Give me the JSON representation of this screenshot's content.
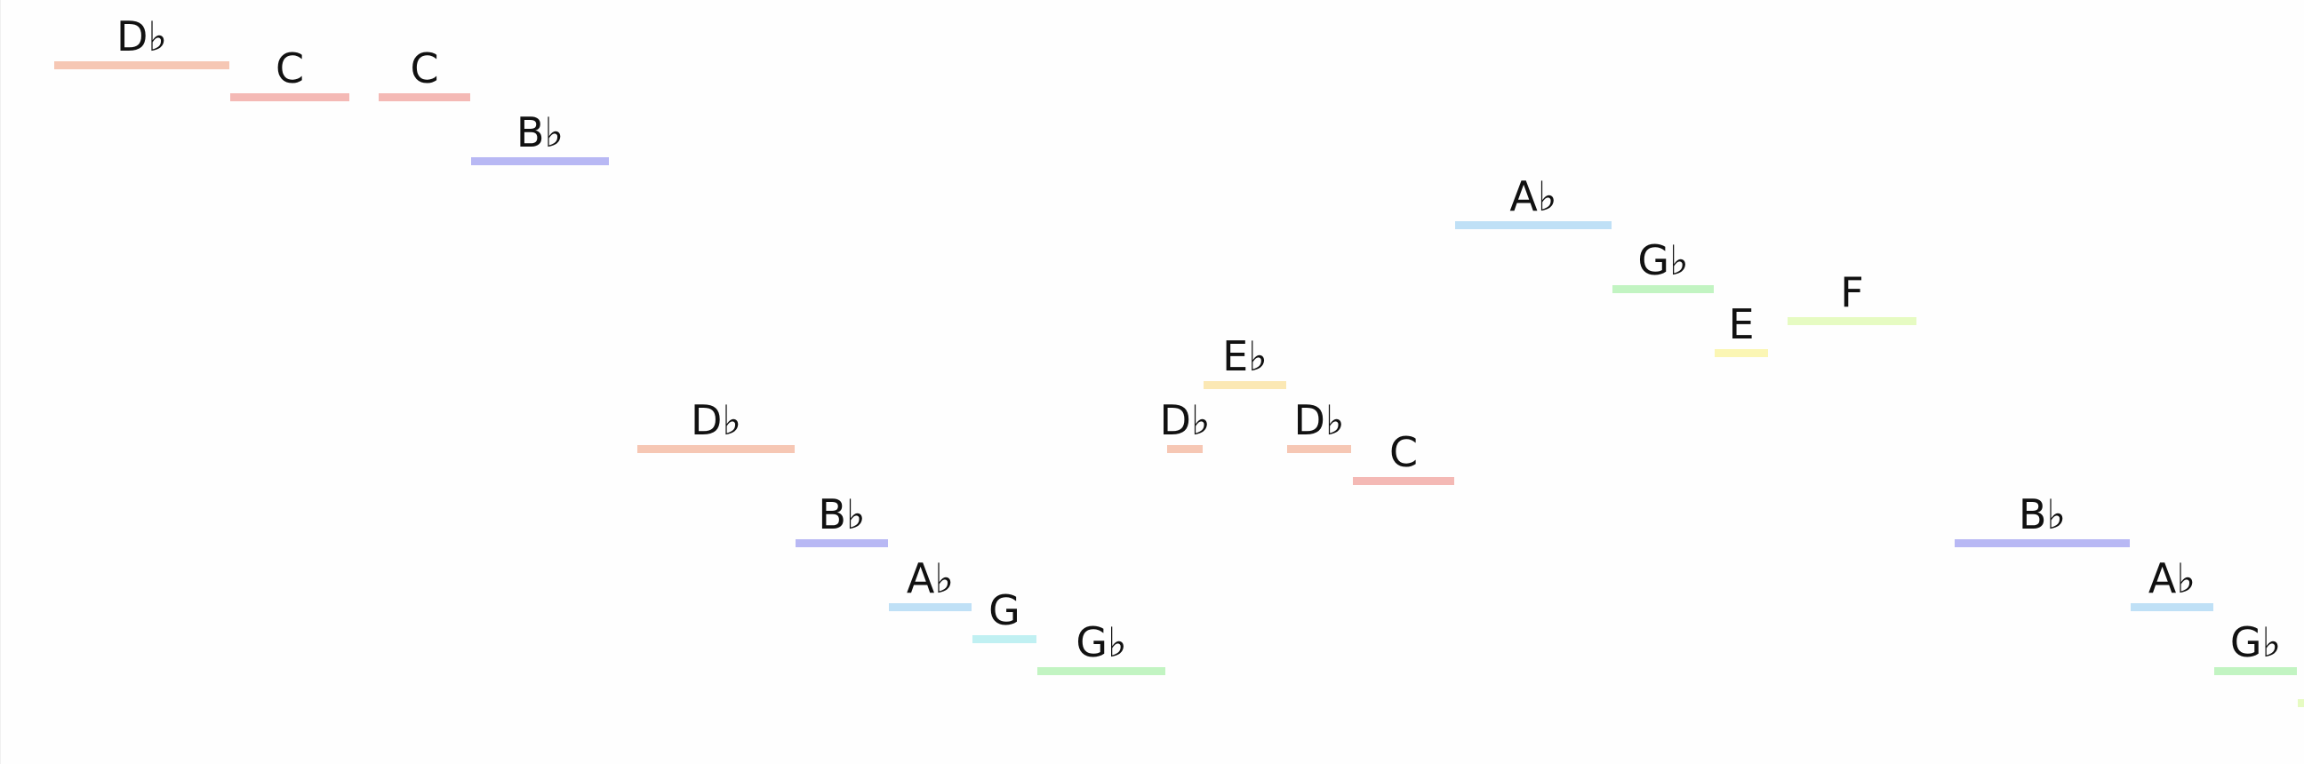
{
  "notes": [
    {
      "label": "D♭",
      "color": "#f6c7b4"
    },
    {
      "label": "C",
      "color": "#f4b9b5"
    },
    {
      "label": "C",
      "color": "#f4b9b5"
    },
    {
      "label": "B♭",
      "color": "#b8b8f4"
    },
    {
      "label": "D♭",
      "color": "#f6c7b4"
    },
    {
      "label": "B♭",
      "color": "#b8b8f4"
    },
    {
      "label": "A♭",
      "color": "#bfe0f6"
    },
    {
      "label": "G",
      "color": "#c0f0f2"
    },
    {
      "label": "G♭",
      "color": "#c2f4c2"
    },
    {
      "label": "D♭",
      "color": "#f6c7b4"
    },
    {
      "label": "E♭",
      "color": "#fbe8b4"
    },
    {
      "label": "D♭",
      "color": "#f6c7b4"
    },
    {
      "label": "C",
      "color": "#f4b9b5"
    },
    {
      "label": "A♭",
      "color": "#bfe0f6"
    },
    {
      "label": "G♭",
      "color": "#c2f4c2"
    },
    {
      "label": "E",
      "color": "#fbf6b4"
    },
    {
      "label": "F",
      "color": "#e6fbc2"
    },
    {
      "label": "B♭",
      "color": "#b8b8f4"
    },
    {
      "label": "A♭",
      "color": "#bfe0f6"
    },
    {
      "label": "G♭",
      "color": "#c2f4c2"
    },
    {
      "label": "",
      "color": "#e6fbc2"
    }
  ]
}
